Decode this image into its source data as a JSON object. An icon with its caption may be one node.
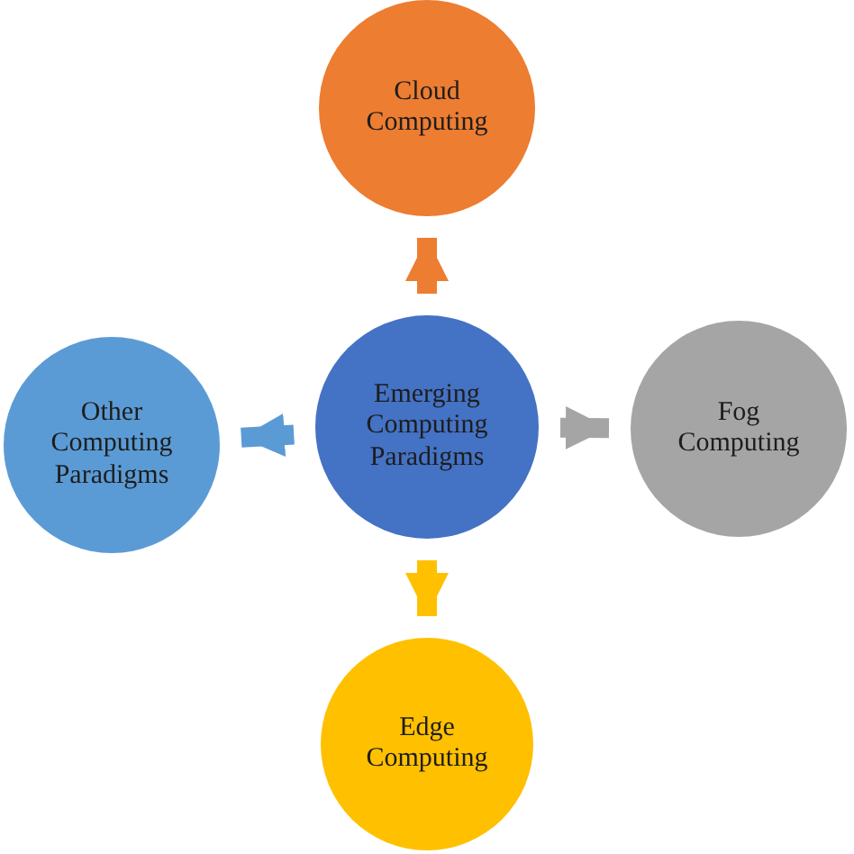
{
  "diagram": {
    "nodes": [
      {
        "text": [
          "Cloud Computing"
        ]
      },
      {
        "text": [
          "Other Computing Paradigms"
        ]
      },
      {
        "text": [
          "Emerging Computing Paradigms"
        ]
      },
      {
        "text": [
          "Fog Computing"
        ]
      },
      {
        "text": [
          "Edge Computing"
        ]
      }
    ],
    "edges": [
      {
        "from": 2,
        "to": 0,
        "arrow": "to",
        "color": "#ed7d31"
      },
      {
        "from": 2,
        "to": 1,
        "arrow": "to",
        "color": "#5b9bd5"
      },
      {
        "from": 2,
        "to": 3,
        "arrow": "to",
        "color": "#a5a5a5"
      },
      {
        "from": 2,
        "to": 4,
        "arrow": "to",
        "color": "#ffc000"
      }
    ]
  }
}
